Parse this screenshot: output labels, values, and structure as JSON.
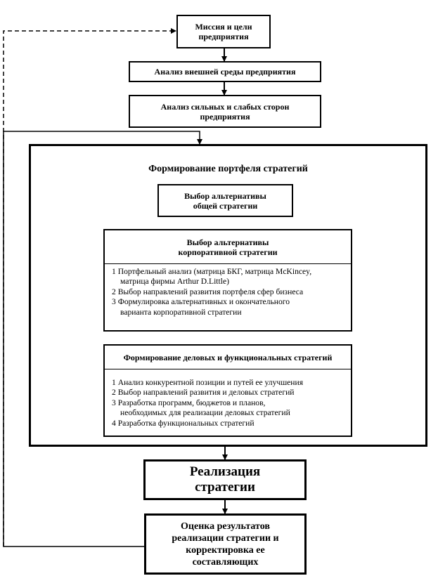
{
  "mission": {
    "lines": [
      "Миссия и цели",
      "предприятия"
    ]
  },
  "external_analysis": {
    "text": "Анализ внешней среды предприятия"
  },
  "swot_analysis": {
    "lines": [
      "Анализ сильных и слабых сторон",
      "предприятия"
    ]
  },
  "portfolio": {
    "title": "Формирование портфеля стратегий",
    "general_strategy": {
      "lines": [
        "Выбор альтернативы",
        "общей стратегии"
      ]
    },
    "corporate_strategy": {
      "header_lines": [
        "Выбор альтернативы",
        "корпоративной стратегии"
      ],
      "items": [
        "1 Портфельный анализ (матрица БКГ, матрица McKincey,",
        "   матрица фирмы Arthur D.Little)",
        "2 Выбор направлений развития портфеля сфер бизнеса",
        "3 Формулировка альтернативных  и окончательного",
        "   варианта корпоративной стратегии"
      ]
    },
    "business_functional": {
      "header": "Формирование деловых и функциональных стратегий",
      "items": [
        "1 Анализ конкурентной позиции и путей ее улучшения",
        "2 Выбор направлений развития и деловых стратегий",
        "3 Разработка программ, бюджетов и планов,",
        "   необходимых  для реализации деловых стратегий",
        "4 Разработка функциональных  стратегий"
      ]
    }
  },
  "implementation": {
    "lines": [
      "Реализация",
      "стратегии"
    ]
  },
  "evaluation": {
    "lines": [
      "Оценка результатов",
      "реализации стратегии и",
      "корректировка ее",
      "составляющих"
    ]
  },
  "colors": {
    "line": "#000000",
    "background": "#ffffff"
  }
}
